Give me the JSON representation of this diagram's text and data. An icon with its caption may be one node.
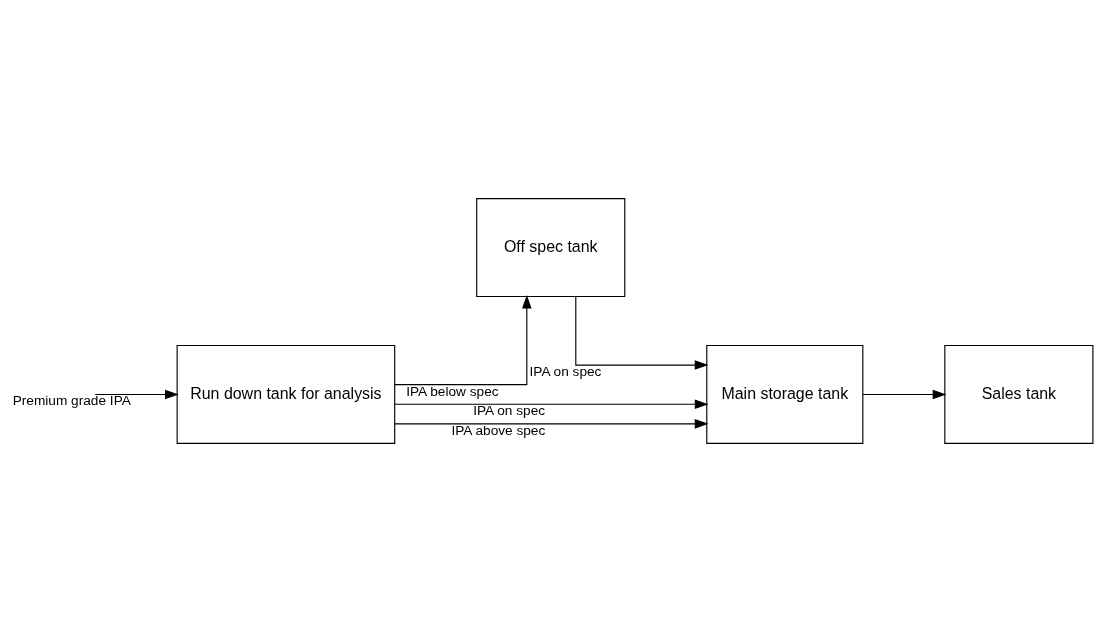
{
  "diagram": {
    "nodes": [
      {
        "text": [
          "Off spec tank"
        ]
      },
      {
        "text": [
          "Run down tank for analysis"
        ]
      },
      {
        "text": [
          "Main storage tank"
        ]
      },
      {
        "text": [
          "Sales tank"
        ]
      }
    ],
    "edges": [
      {
        "from": null,
        "to": 1,
        "arrow": "to",
        "label": "Premium grade IPA"
      },
      {
        "from": 1,
        "to": 0,
        "arrow": "to",
        "label": "IPA below spec"
      },
      {
        "from": 0,
        "to": 2,
        "arrow": "to",
        "label": "IPA on spec"
      },
      {
        "from": 1,
        "to": 2,
        "arrow": "to",
        "label": "IPA above spec"
      },
      {
        "from": 1,
        "to": 2,
        "arrow": "to",
        "label": "IPA on spec"
      },
      {
        "from": 2,
        "to": 3,
        "arrow": "to"
      }
    ]
  }
}
